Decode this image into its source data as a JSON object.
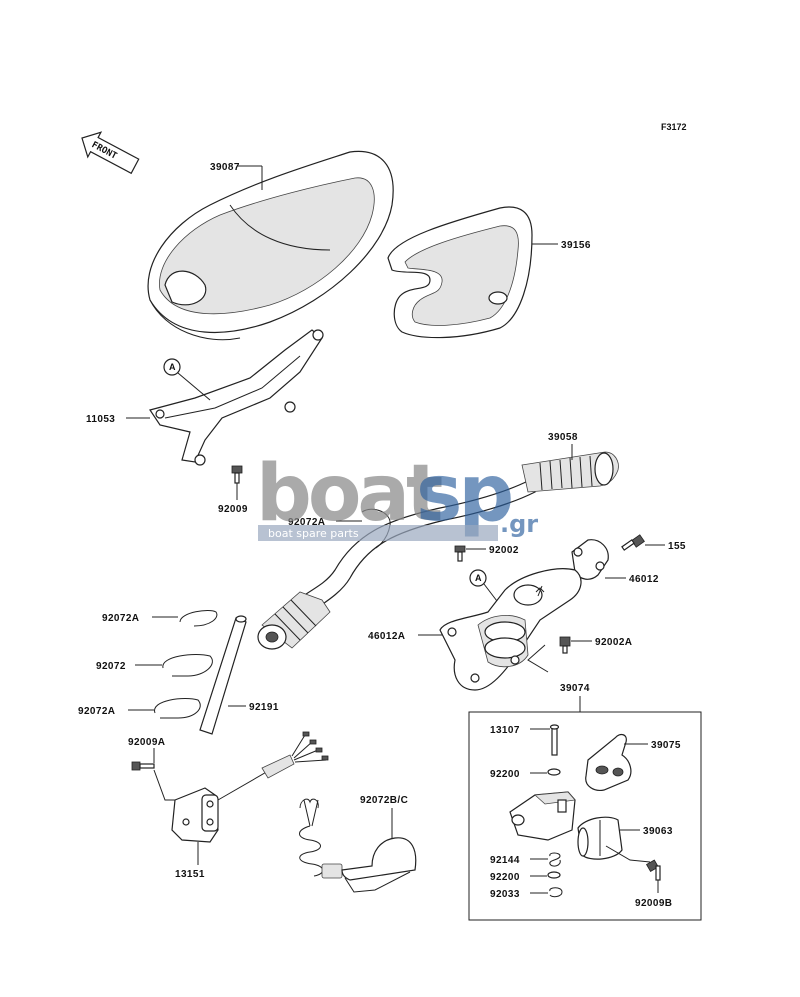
{
  "figure_code": "F3172",
  "front_label": "FRONT",
  "refs": {
    "a1": "A",
    "a2": "A"
  },
  "watermark": {
    "main": "boat",
    "accent": "sp",
    "domain": ".gr",
    "tagline": "boat spare parts"
  },
  "parts": [
    {
      "id": "p39087",
      "label": "39087"
    },
    {
      "id": "p39156",
      "label": "39156"
    },
    {
      "id": "p11053",
      "label": "11053"
    },
    {
      "id": "p92009",
      "label": "92009"
    },
    {
      "id": "p39058",
      "label": "39058"
    },
    {
      "id": "p92072A_top",
      "label": "92072A"
    },
    {
      "id": "p92002",
      "label": "92002"
    },
    {
      "id": "p155",
      "label": "155"
    },
    {
      "id": "p46012",
      "label": "46012"
    },
    {
      "id": "p46012A",
      "label": "46012A"
    },
    {
      "id": "p92002A",
      "label": "92002A"
    },
    {
      "id": "p92072A_1",
      "label": "92072A"
    },
    {
      "id": "p92072",
      "label": "92072"
    },
    {
      "id": "p92072A_2",
      "label": "92072A"
    },
    {
      "id": "p92191",
      "label": "92191"
    },
    {
      "id": "p92009A",
      "label": "92009A"
    },
    {
      "id": "p13151",
      "label": "13151"
    },
    {
      "id": "p92072BC",
      "label": "92072B/C"
    },
    {
      "id": "p39074",
      "label": "39074"
    },
    {
      "id": "p13107",
      "label": "13107"
    },
    {
      "id": "p39075",
      "label": "39075"
    },
    {
      "id": "p92200_1",
      "label": "92200"
    },
    {
      "id": "p39063",
      "label": "39063"
    },
    {
      "id": "p92144",
      "label": "92144"
    },
    {
      "id": "p92200_2",
      "label": "92200"
    },
    {
      "id": "p92033",
      "label": "92033"
    },
    {
      "id": "p92009B",
      "label": "92009B"
    }
  ]
}
